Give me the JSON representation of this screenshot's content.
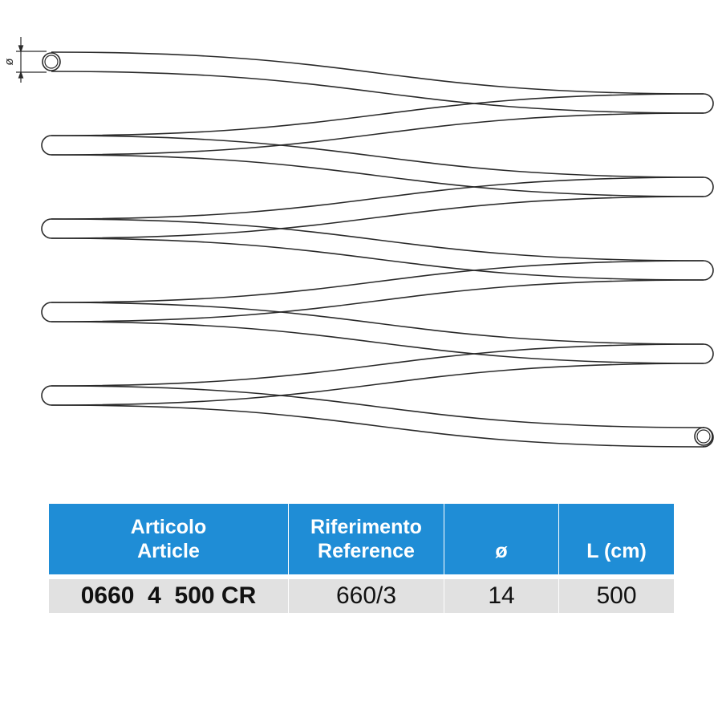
{
  "diagram": {
    "diameter_symbol": "ø",
    "coil_turns": 10
  },
  "table": {
    "headers": [
      {
        "line1": "Articolo",
        "line2": "Article"
      },
      {
        "line1": "Riferimento",
        "line2": "Reference"
      },
      {
        "line1": "",
        "line2": "ø"
      },
      {
        "line1": "",
        "line2": "L (cm)"
      }
    ],
    "rows": [
      {
        "article": "0660  4  500 CR",
        "reference": "660/3",
        "diameter": "14",
        "length": "500"
      }
    ]
  },
  "colors": {
    "header_bg": "#1f8dd6",
    "row_bg": "#e1e1e1",
    "line": "#2a2a2a"
  }
}
